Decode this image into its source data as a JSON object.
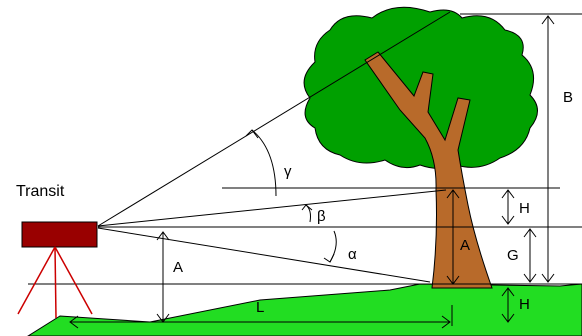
{
  "diagram": {
    "title": "Transit",
    "labels": {
      "B": "B",
      "gamma": "γ",
      "beta": "β",
      "alpha": "α",
      "A_left": "A",
      "A_trunk": "A",
      "H_top": "H",
      "G": "G",
      "H_bottom": "H",
      "L": "L"
    },
    "colors": {
      "leaves": "#00a000",
      "trunk": "#b86a2a",
      "ground": "#22dd22",
      "transit": "#990000",
      "tripod": "#cc0000",
      "lines": "#000000"
    },
    "icons": {
      "transit": "transit-instrument-icon",
      "tree": "tree-icon"
    }
  }
}
